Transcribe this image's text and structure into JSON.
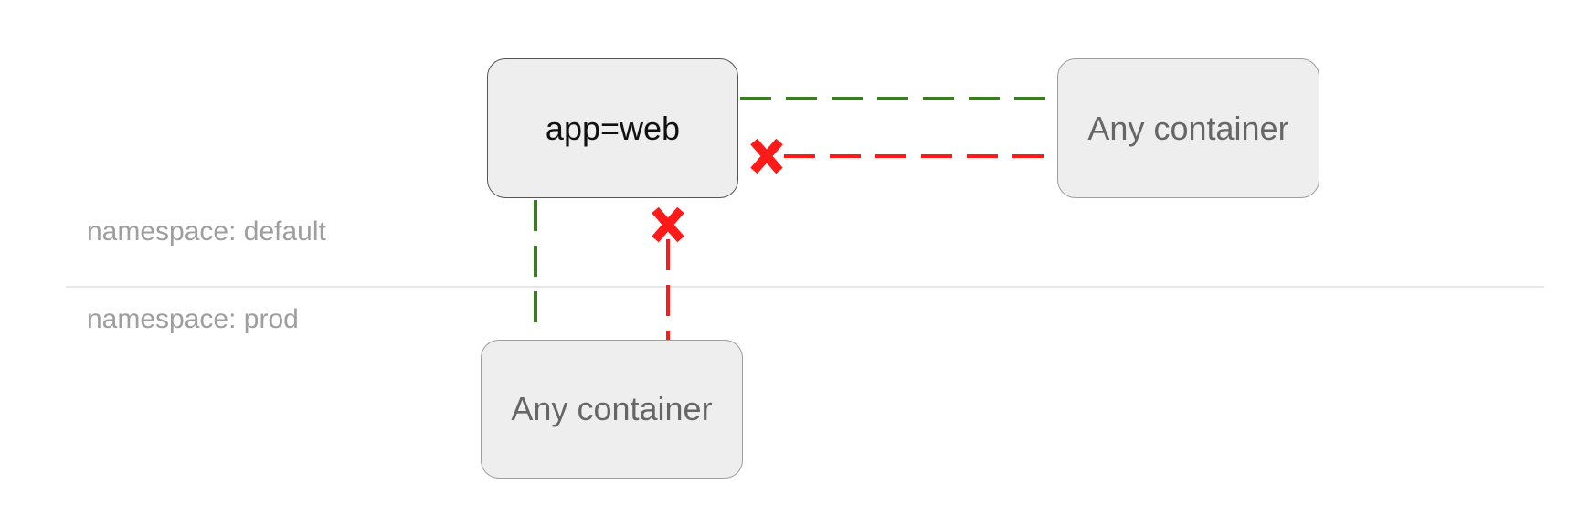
{
  "diagram": {
    "namespaces": {
      "default_label": "namespace: default",
      "prod_label": "namespace: prod"
    },
    "nodes": {
      "web": "app=web",
      "default_any": "Any container",
      "prod_any": "Any container"
    },
    "edges": [
      {
        "from": "web",
        "to": "default_any",
        "status": "allowed"
      },
      {
        "from": "default_any",
        "to": "web",
        "status": "blocked"
      },
      {
        "from": "web",
        "to": "prod_any",
        "status": "allowed"
      },
      {
        "from": "prod_any",
        "to": "web",
        "status": "blocked"
      }
    ],
    "colors": {
      "allowed": "#3a7d1e",
      "blocked": "#ff1a1a",
      "node_fill": "#eeeeee",
      "divider": "#dddddd"
    }
  }
}
